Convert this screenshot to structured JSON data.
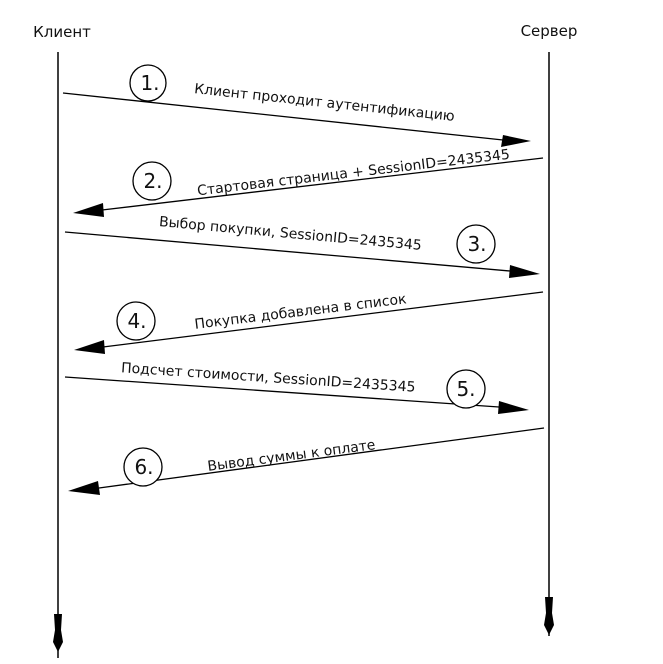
{
  "lifelines": {
    "client_label": "Клиент",
    "server_label": "Сервер"
  },
  "messages": [
    {
      "step": "1.",
      "text": "Клиент проходит аутентификацию",
      "direction": "client-to-server"
    },
    {
      "step": "2.",
      "text": "Стартовая страница + SessionID=2435345",
      "direction": "server-to-client"
    },
    {
      "step": "3.",
      "text": "Выбор покупки, SessionID=2435345",
      "direction": "client-to-server"
    },
    {
      "step": "4.",
      "text": "Покупка добавлена в список",
      "direction": "server-to-client"
    },
    {
      "step": "5.",
      "text": "Подсчет стоимости, SessionID=2435345",
      "direction": "client-to-server"
    },
    {
      "step": "6.",
      "text": "Вывод суммы к оплате",
      "direction": "server-to-client"
    }
  ],
  "colors": {
    "line": "#000000",
    "background": "#ffffff"
  }
}
